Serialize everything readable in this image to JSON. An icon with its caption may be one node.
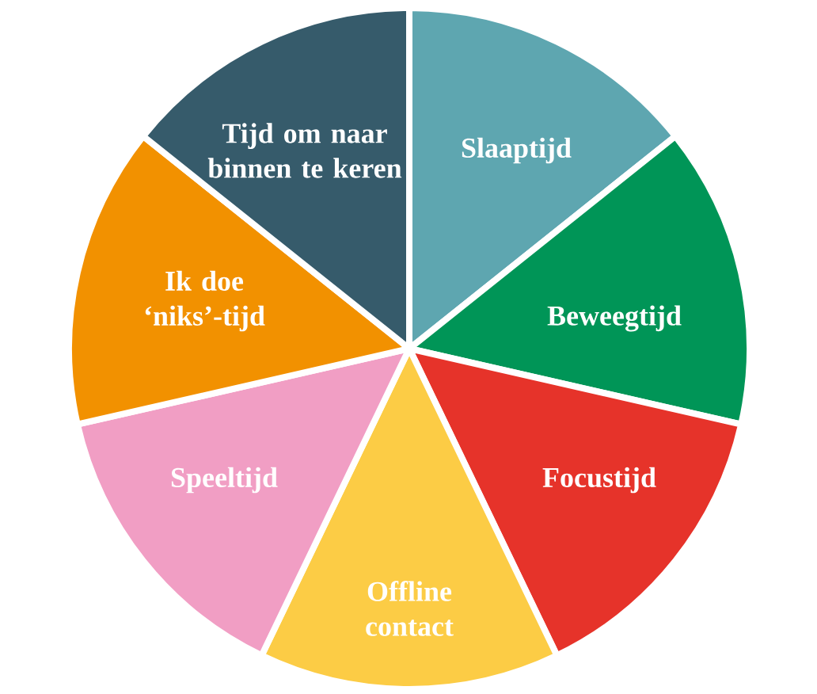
{
  "diagram": {
    "nodes": [
      {
        "text": [
          "Slaaptijd"
        ]
      },
      {
        "text": [
          "Beweegtijd"
        ]
      },
      {
        "text": [
          "Focustijd"
        ]
      },
      {
        "text": [
          "Offline contact"
        ]
      },
      {
        "text": [
          "Speeltijd"
        ]
      },
      {
        "text": [
          "Ik doe ‘niks’-tijd"
        ]
      },
      {
        "text": [
          "Tijd om naar binnen te keren"
        ]
      }
    ]
  }
}
